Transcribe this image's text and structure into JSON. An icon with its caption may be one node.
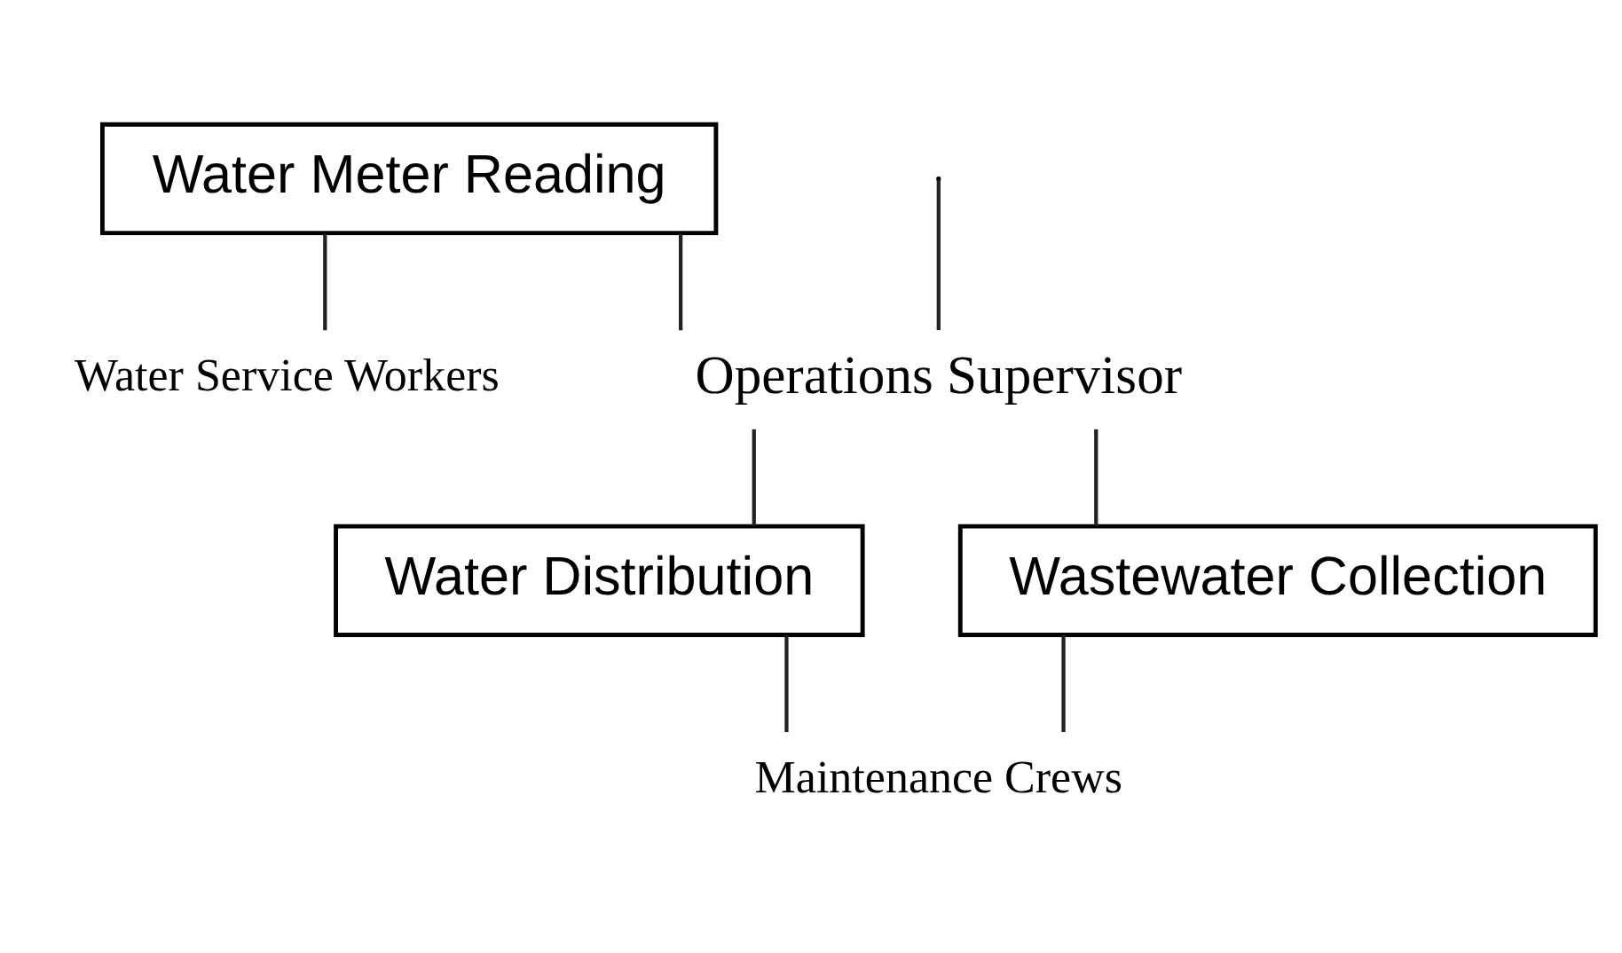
{
  "diagram": {
    "nodes": [
      {
        "text": [
          "Water Meter Reading"
        ]
      },
      {
        "text": [
          "Water Service Workers"
        ]
      },
      {
        "text": [
          "Operations Supervisor"
        ]
      },
      {
        "text": [
          "Water Distribution"
        ]
      },
      {
        "text": [
          "Wastewater Collection"
        ]
      },
      {
        "text": [
          "Maintenance Crews"
        ]
      }
    ],
    "edges": [
      {
        "from": null,
        "to": 2,
        "arrow": "none"
      },
      {
        "from": 0,
        "to": 2,
        "arrow": "none"
      },
      {
        "from": 0,
        "to": 1,
        "arrow": "none"
      },
      {
        "from": 2,
        "to": 3,
        "arrow": "none"
      },
      {
        "from": 2,
        "to": 4,
        "arrow": "none"
      },
      {
        "from": 3,
        "to": 5,
        "arrow": "none"
      },
      {
        "from": 4,
        "to": 5,
        "arrow": "none"
      }
    ]
  }
}
